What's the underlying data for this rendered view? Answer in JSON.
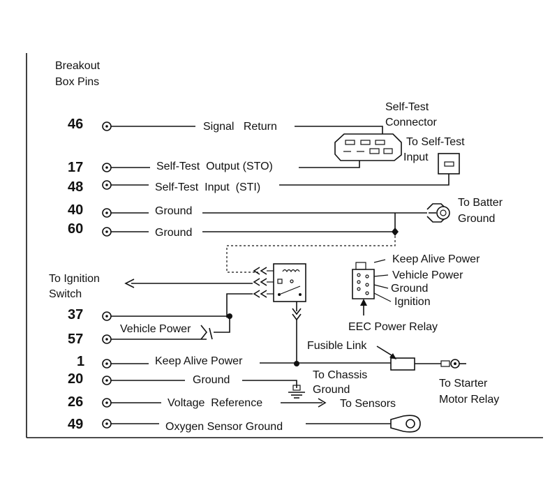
{
  "header": {
    "line1": "Breakout",
    "line2": "Box Pins"
  },
  "pins": [
    {
      "number": "46",
      "label": "Signal   Return"
    },
    {
      "number": "17",
      "label": "Self-Test  Output (STO)"
    },
    {
      "number": "48",
      "label": "Self-Test  Input  (STI)"
    },
    {
      "number": "40",
      "label": "Ground"
    },
    {
      "number": "60",
      "label": "Ground"
    },
    {
      "number": "37",
      "label": ""
    },
    {
      "number": "57",
      "label": "Vehicle Power"
    },
    {
      "number": "1",
      "label": "Keep Alive Power"
    },
    {
      "number": "20",
      "label": "Ground"
    },
    {
      "number": "26",
      "label": "Voltage  Reference"
    },
    {
      "number": "49",
      "label": "Oxygen Sensor Ground"
    }
  ],
  "connector": {
    "line1": "Self-Test",
    "line2": "Connector"
  },
  "self_test_input": {
    "line1": "To Self-Test",
    "line2": "Input"
  },
  "battery_ground": {
    "line1": "To Batter",
    "line2": "Ground"
  },
  "ignition_switch": {
    "line1": "To Ignition",
    "line2": "Switch"
  },
  "relay_pins": {
    "keep_alive": "Keep Alive Power",
    "vehicle_power": "Vehicle Power",
    "ground": "Ground",
    "ignition": "Ignition"
  },
  "eec_relay": "EEC Power Relay",
  "fusible_link": "Fusible Link",
  "chassis_ground": {
    "line1": "To Chassis",
    "line2": "Ground"
  },
  "starter_relay": {
    "line1": "To Starter",
    "line2": "Motor Relay"
  },
  "to_sensors": "To Sensors"
}
